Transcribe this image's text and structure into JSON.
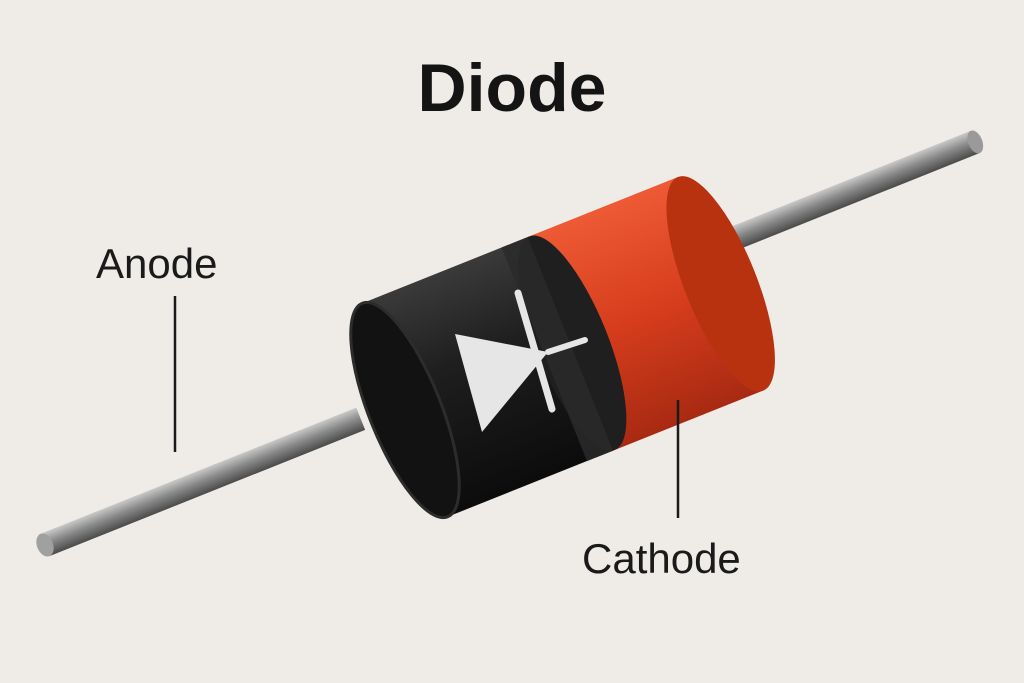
{
  "title": "Diode",
  "labels": {
    "anode": "Anode",
    "cathode": "Cathode"
  },
  "colors": {
    "background": "#efebe6",
    "body": "#1b1b1b",
    "cathode_band": "#d4401f",
    "lead": "#8c8c8c",
    "symbol": "#e8e8e8",
    "text": "#141414"
  },
  "icons": {
    "symbol": "diode-symbol-icon"
  }
}
